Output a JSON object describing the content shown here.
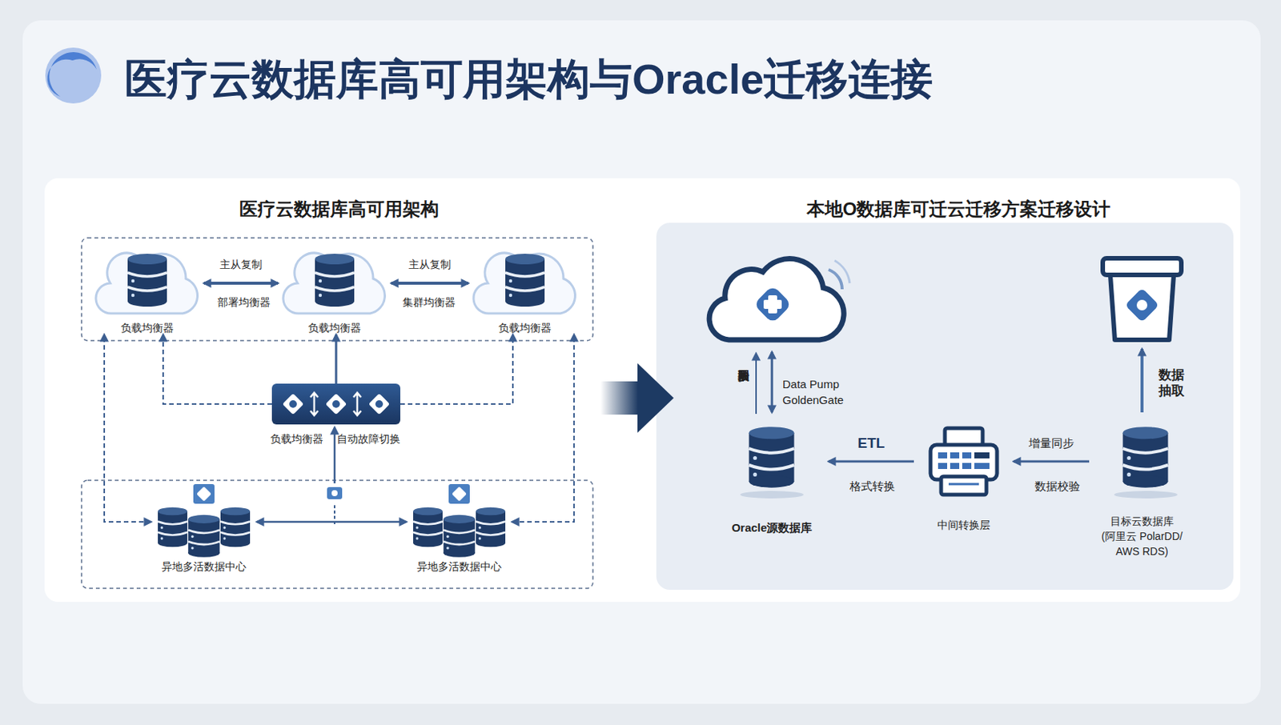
{
  "diagram": {
    "title": "医疗云数据库高可用架构与Oracle迁移连接",
    "nodes": [
      {
        "text": [
          "医疗云数据库高可用架构"
        ]
      },
      {
        "text": [
          "负载均衡器"
        ],
        "in": 0
      },
      {
        "text": [
          "负载均衡器"
        ],
        "in": 0
      },
      {
        "text": [
          "负载均衡器"
        ],
        "in": 0
      },
      {
        "text": [
          "负载均衡器",
          "自动故障切换"
        ],
        "in": 0
      },
      {
        "text": [
          "异地多活数据中心"
        ],
        "in": 0
      },
      {
        "text": [
          "异地多活数据中心"
        ],
        "in": 0
      },
      {
        "text": [
          "本地O数据库可迁云迁移方案迁移设计"
        ]
      },
      {
        "text": [
          "Oracle源数据库"
        ],
        "in": 7
      },
      {
        "text": [
          "中间转换层"
        ],
        "in": 7
      },
      {
        "text": [
          "目标云数据库",
          "(阿里云 PolarDD/",
          "AWS RDS)"
        ],
        "in": 7
      }
    ],
    "edges": [
      {
        "from": 1,
        "to": 2,
        "arrow": "both",
        "label": "主从复制"
      },
      {
        "from": 2,
        "to": 3,
        "arrow": "both",
        "label": "主从复制"
      },
      {
        "from": 4,
        "to": 1,
        "arrow": "to"
      },
      {
        "from": 4,
        "to": 2,
        "arrow": "to"
      },
      {
        "from": 4,
        "to": 3,
        "arrow": "to"
      },
      {
        "from": 5,
        "to": 6,
        "arrow": "both"
      },
      {
        "from": 5,
        "to": 1,
        "arrow": "both"
      },
      {
        "from": 6,
        "to": 3,
        "arrow": "both"
      },
      {
        "from": 9,
        "to": 8,
        "arrow": "to",
        "label": "ETL"
      },
      {
        "from": 10,
        "to": 9,
        "arrow": "to",
        "label": "增量同步"
      }
    ],
    "labels": [
      "部署均衡器",
      "集群均衡器",
      "同步抽取",
      "Data Pump GoldenGate",
      "格式转换",
      "数据校验",
      "数据 抽取"
    ]
  }
}
